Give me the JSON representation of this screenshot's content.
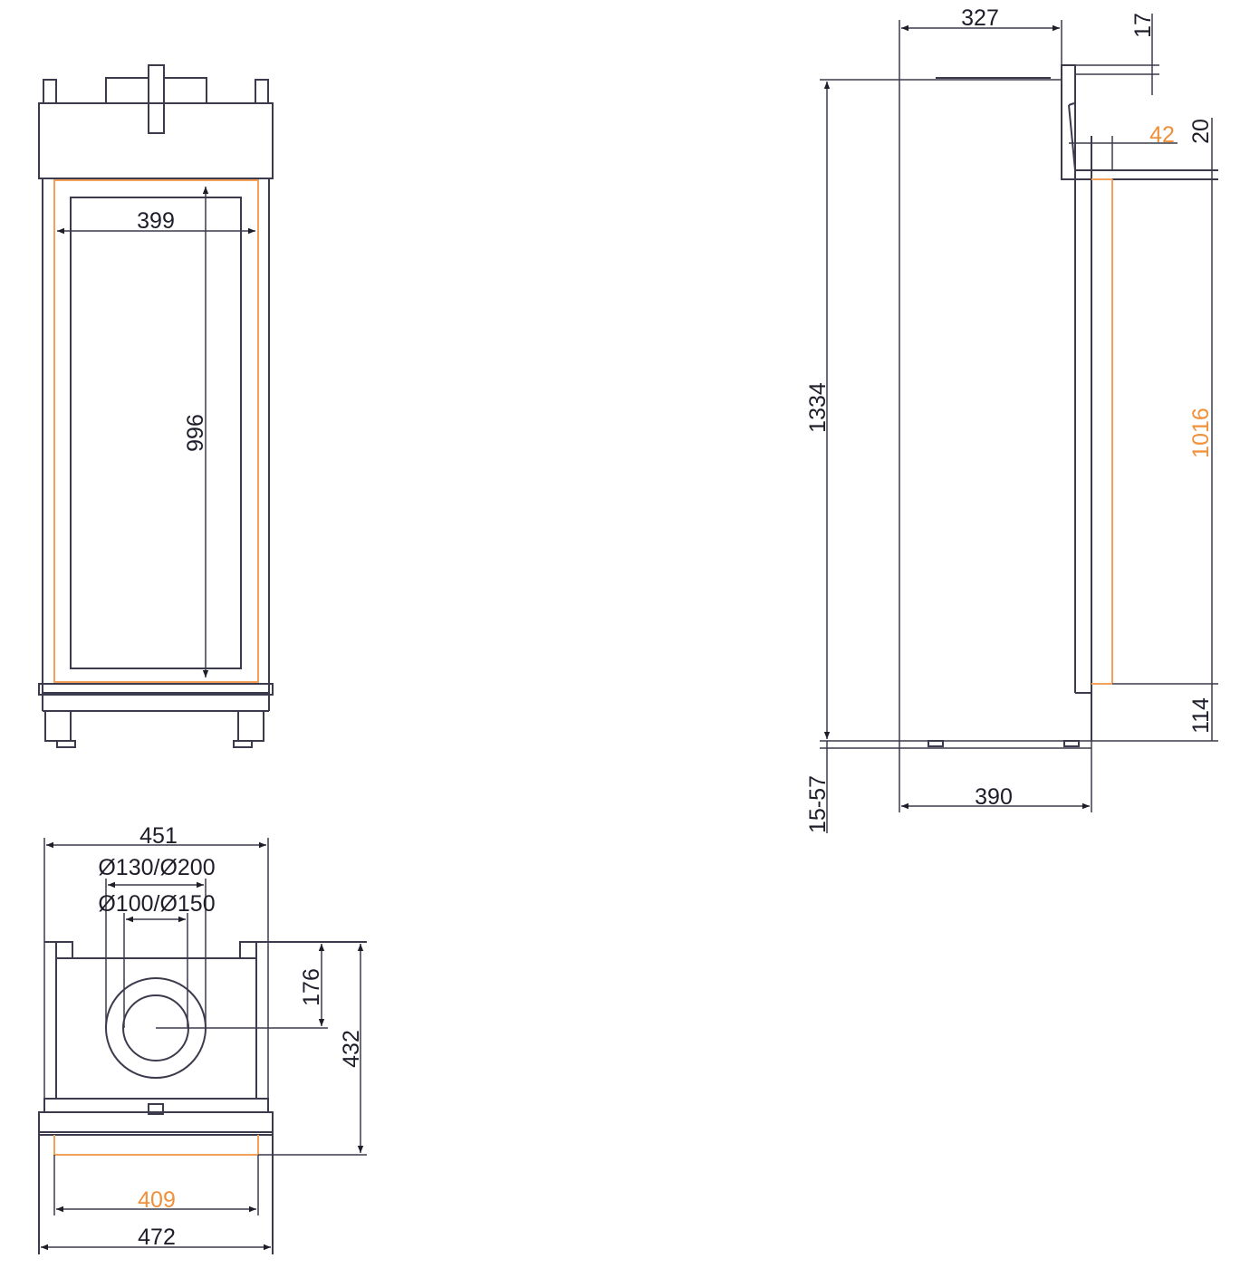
{
  "colors": {
    "line": "#3b3b4d",
    "accent_orange": "#f0903a"
  },
  "front_view": {
    "width_inner": "399",
    "height_inner": "996"
  },
  "side_view": {
    "total_height": "1334",
    "top_depth": "327",
    "top_offset": "17",
    "rim_offset": "42",
    "rim_height": "20",
    "glass_height": "1016",
    "bottom_offset": "114",
    "feet_adjust": "15-57",
    "base_depth": "390"
  },
  "top_view": {
    "width_top": "451",
    "flue_outer": "Ø130/Ø200",
    "flue_inner": "Ø100/Ø150",
    "flue_offset": "176",
    "depth": "432",
    "glass_width": "409",
    "width_base": "472"
  }
}
